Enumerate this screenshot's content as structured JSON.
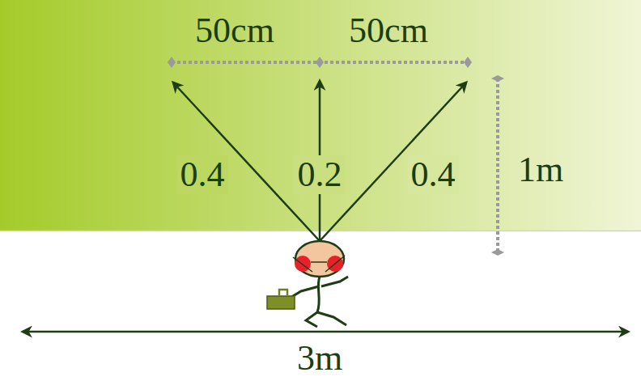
{
  "diagram": {
    "labels": [
      "50cm",
      "50cm",
      "0.4",
      "0.2",
      "0.4",
      "1m",
      "3m"
    ]
  }
}
